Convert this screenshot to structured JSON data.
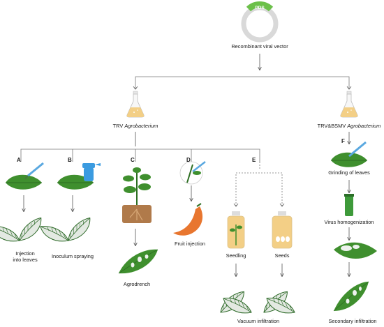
{
  "plasmid": {
    "insert_label": "PDS"
  },
  "labels": {
    "vector": "Recombinant viral vector",
    "trv_prefix": "TRV ",
    "trv_italic": "Agrobacterium",
    "trvbsmv_prefix": "TRV&BSMV ",
    "trvbsmv_italic": "Agrobacterium",
    "injection_line1": "Injection",
    "injection_line2": "into leaves",
    "spraying": "Inoculum spraying",
    "agrodrench": "Agrodrench",
    "fruit_injection": "Fruit injection",
    "seedling": "Seedling",
    "seeds": "Seeds",
    "vacuum": "Vacuum infiltration",
    "grinding": "Grinding of leaves",
    "homogenization": "Virus homogenization",
    "secondary": "Secondary infiltration"
  },
  "letters": {
    "a": "A",
    "b": "B",
    "c": "C",
    "d": "D",
    "e": "E",
    "f": "F"
  },
  "colors": {
    "leaf": "#3f8f2e",
    "leaf_dark": "#2d6e22",
    "leaf_light_silver": "#dfe6df",
    "plasmid_ring": "#d9d9d9",
    "insert": "#6cc04a",
    "flask_liquid": "#f3cf86",
    "arrow": "#555555",
    "soil": "#b07a4a",
    "pepper": "#e8762f",
    "syringe": "#5aa8e0",
    "sprayer": "#3b9be0",
    "tube": "#3e9a3a"
  }
}
